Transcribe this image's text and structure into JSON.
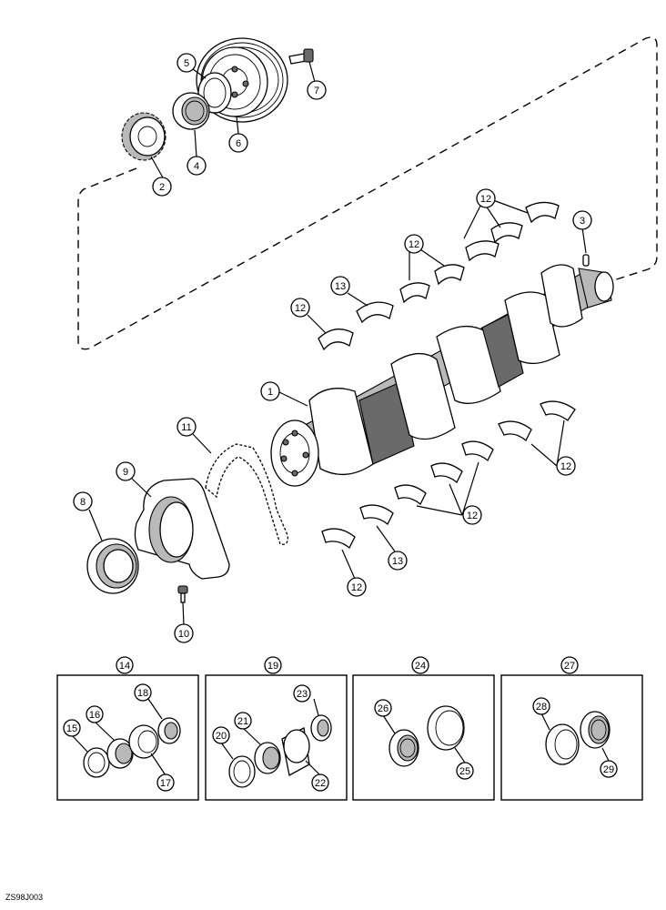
{
  "callouts": [
    {
      "n": "1"
    },
    {
      "n": "2"
    },
    {
      "n": "3"
    },
    {
      "n": "4"
    },
    {
      "n": "5"
    },
    {
      "n": "6"
    },
    {
      "n": "7"
    },
    {
      "n": "8"
    },
    {
      "n": "9"
    },
    {
      "n": "10"
    },
    {
      "n": "11"
    },
    {
      "n": "12"
    },
    {
      "n": "12"
    },
    {
      "n": "12"
    },
    {
      "n": "12"
    },
    {
      "n": "12"
    },
    {
      "n": "12"
    },
    {
      "n": "13"
    },
    {
      "n": "13"
    },
    {
      "n": "14"
    },
    {
      "n": "15"
    },
    {
      "n": "16"
    },
    {
      "n": "17"
    },
    {
      "n": "18"
    },
    {
      "n": "19"
    },
    {
      "n": "20"
    },
    {
      "n": "21"
    },
    {
      "n": "22"
    },
    {
      "n": "23"
    },
    {
      "n": "24"
    },
    {
      "n": "25"
    },
    {
      "n": "26"
    },
    {
      "n": "27"
    },
    {
      "n": "28"
    },
    {
      "n": "29"
    }
  ],
  "figure_ref": "ZS98J003"
}
